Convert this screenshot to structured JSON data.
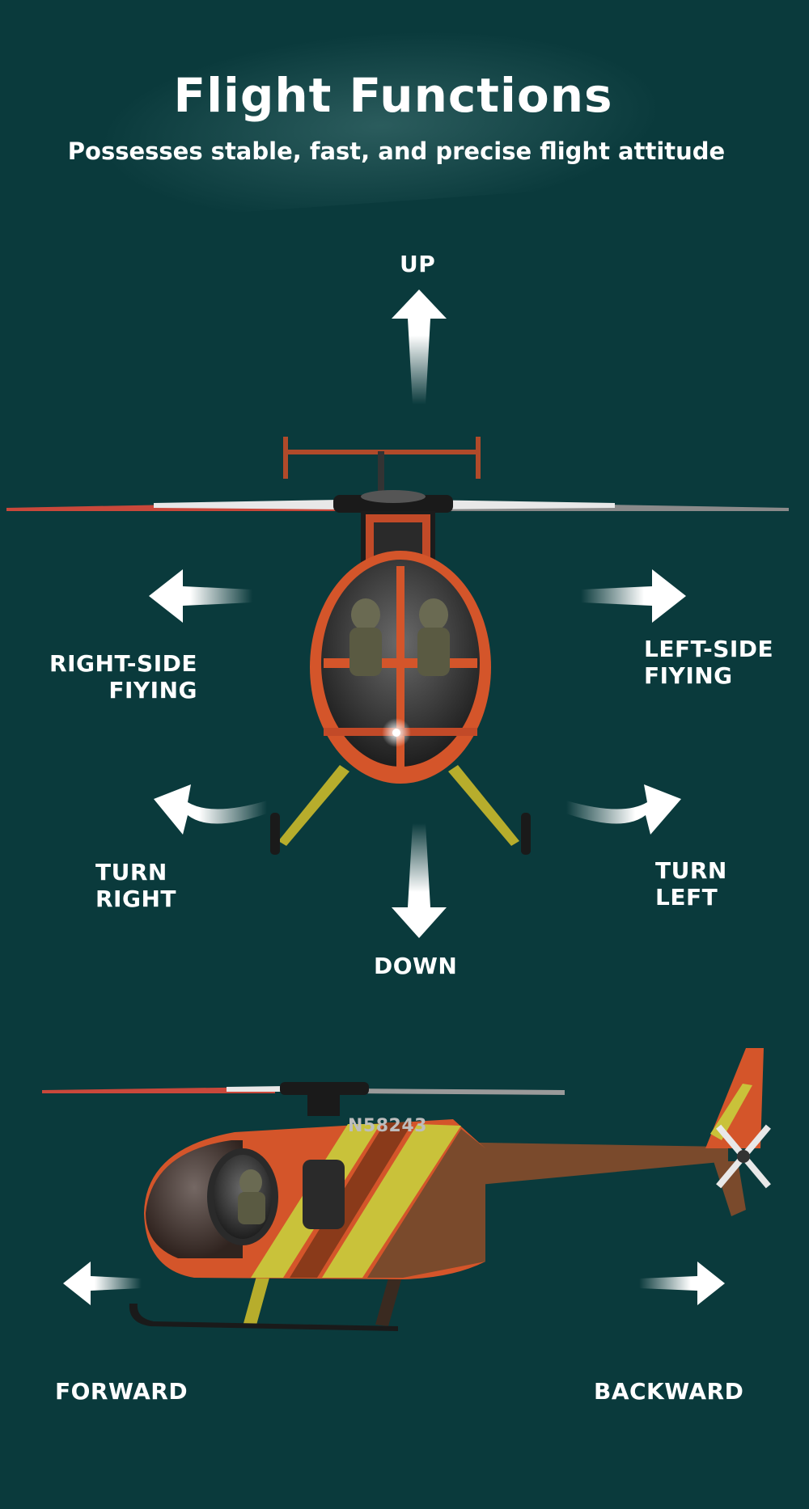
{
  "header": {
    "title": "Flight Functions",
    "subtitle": "Possesses stable, fast, and precise flight attitude"
  },
  "labels": {
    "up": "UP",
    "down": "DOWN",
    "right_side_line1": "RIGHT-SIDE",
    "right_side_line2": "FIYING",
    "left_side_line1": "LEFT-SIDE",
    "left_side_line2": "FIYING",
    "turn_right_line1": "TURN",
    "turn_right_line2": "RIGHT",
    "turn_left_line1": "TURN",
    "turn_left_line2": "LEFT",
    "forward": "FORWARD",
    "backward": "BACKWARD"
  },
  "helicopter": {
    "registration": "N58243"
  },
  "colors": {
    "background": "#0a3a3c",
    "body_orange": "#d4552a",
    "stripe_yellow": "#c9c23a",
    "tail_brown": "#7a4a2c",
    "text": "#ffffff"
  }
}
